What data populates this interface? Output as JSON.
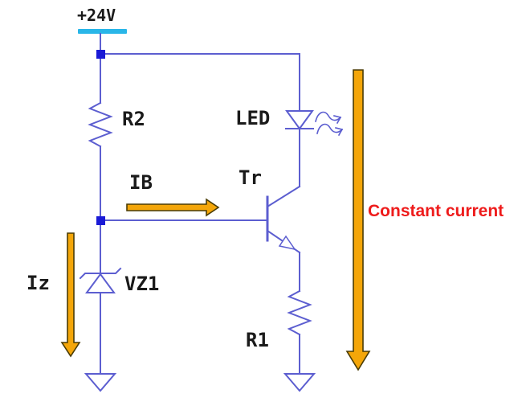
{
  "diagram": {
    "supply_label": "+24V",
    "components": {
      "r2_label": "R2",
      "r1_label": "R1",
      "led_label": "LED",
      "transistor_label": "Tr",
      "zener_label": "VZ1"
    },
    "currents": {
      "base_current_label": "IB",
      "zener_current_label": "Iz"
    },
    "annotation_label": "Constant current",
    "symbols": [
      "supply-rail-bar",
      "resistor-zigzag",
      "zener-diode",
      "led-diode",
      "npn-transistor",
      "ground-triangle",
      "junction-dot",
      "current-arrow",
      "light-emission-squiggles"
    ]
  },
  "colors": {
    "wire": "#5c5ed0",
    "junction": "#1a1ad6",
    "supply_rail": "#29b6e8",
    "arrow_fill": "#f4a609",
    "arrow_outline": "#4a3c05",
    "label_text": "#1a1a1a",
    "annotation_text": "#ee1b1b",
    "background": "#ffffff"
  }
}
